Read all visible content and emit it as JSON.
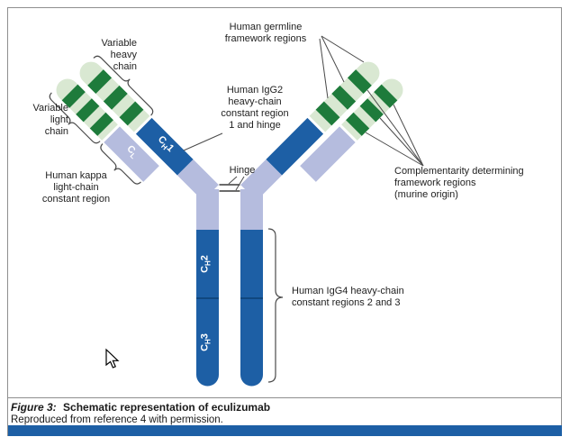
{
  "figure": {
    "caption_label": "Figure 3:",
    "caption_title": "Schematic representation of eculizumab",
    "caption_note": "Reproduced from reference 4 with permission."
  },
  "labels": {
    "variable_heavy": {
      "lines": [
        "Variable",
        "heavy",
        "chain"
      ]
    },
    "variable_light": {
      "lines": [
        "Variable",
        "light",
        "chain"
      ]
    },
    "kappa_constant": {
      "lines": [
        "Human kappa",
        "light-chain",
        "constant region"
      ]
    },
    "germline": {
      "lines": [
        "Human germline",
        "framework regions"
      ]
    },
    "igg2": {
      "lines": [
        "Human IgG2",
        "heavy-chain",
        "constant region",
        "1 and hinge"
      ]
    },
    "hinge": "Hinge",
    "cdr": {
      "lines": [
        "Complementarity determining",
        "framework regions",
        "(murine origin)"
      ]
    },
    "igg4": {
      "lines": [
        "Human IgG4 heavy-chain",
        "constant regions 2 and 3"
      ]
    }
  },
  "domains": {
    "ch1": {
      "base": "C",
      "sub": "H",
      "num": "1"
    },
    "cl": {
      "base": "C",
      "sub": "L",
      "num": ""
    },
    "ch2": {
      "base": "C",
      "sub": "H",
      "num": "2"
    },
    "ch3": {
      "base": "C",
      "sub": "H",
      "num": "3"
    }
  },
  "icons": {
    "cursor": "pointer-arrow"
  },
  "colors": {
    "heavy_constant_blue": "#1d5fa5",
    "light_chain_lavender": "#b5bcde",
    "framework_pale_green": "#d9e8d2",
    "cdr_dark_green": "#1e7b3b",
    "footer_bar_blue": "#1d5fa5",
    "outline_gray": "#8f8f8f"
  }
}
